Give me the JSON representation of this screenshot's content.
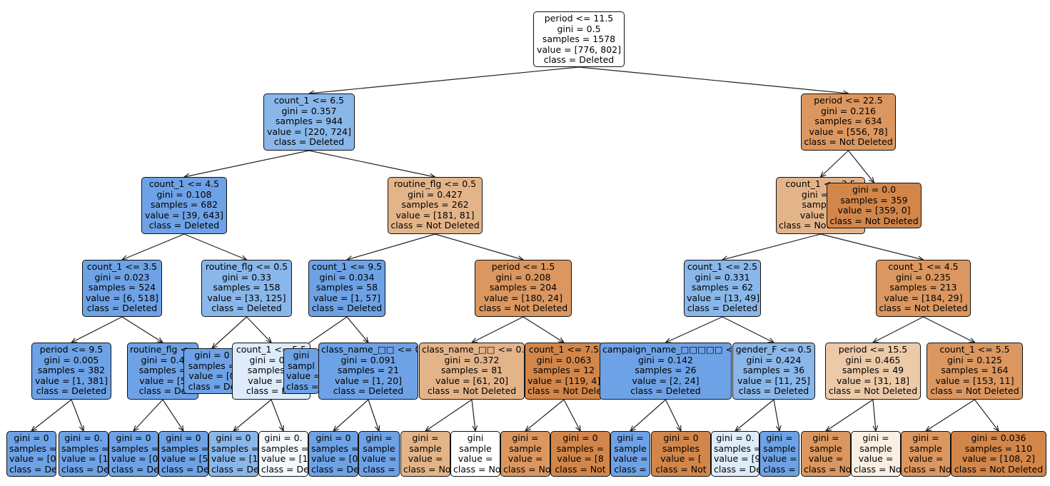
{
  "colors": {
    "deleted_strong": "#6ea2e6",
    "deleted_mid": "#8ab7ea",
    "deleted_light": "#deebfa",
    "deleted_pale": "#f4f8fd",
    "notdeleted_strong": "#d2864a",
    "notdeleted_mid": "#db975f",
    "notdeleted_light": "#e4b489",
    "notdeleted_pale": "#eccaa8",
    "notdeleted_faint": "#fbeee2",
    "white": "#ffffff",
    "edge": "#222222"
  },
  "tree": {
    "nodes": [
      {
        "id": "n0",
        "lines": [
          "period <= 11.5",
          "gini = 0.5",
          "samples = 1578",
          "value = [776, 802]",
          "class = Deleted"
        ],
        "fill": "white"
      },
      {
        "id": "n1",
        "lines": [
          "count_1 <= 6.5",
          "gini = 0.357",
          "samples = 944",
          "value = [220, 724]",
          "class = Deleted"
        ],
        "fill": "deleted_mid"
      },
      {
        "id": "n2",
        "lines": [
          "period <= 22.5",
          "gini = 0.216",
          "samples = 634",
          "value = [556, 78]",
          "class = Not Deleted"
        ],
        "fill": "notdeleted_mid"
      },
      {
        "id": "n3",
        "lines": [
          "count_1 <= 4.5",
          "gini = 0.108",
          "samples = 682",
          "value = [39, 643]",
          "class = Deleted"
        ],
        "fill": "deleted_strong"
      },
      {
        "id": "n4",
        "lines": [
          "routine_flg <= 0.5",
          "gini = 0.427",
          "samples = 262",
          "value = [181, 81]",
          "class = Not Deleted"
        ],
        "fill": "notdeleted_light"
      },
      {
        "id": "n5",
        "lines": [
          "count_1 <= 3.5",
          "gini = 0.",
          "samples",
          "value = [",
          "class = Not Deleted"
        ],
        "fill": "notdeleted_light"
      },
      {
        "id": "n6",
        "lines": [
          "gini = 0.0",
          "samples = 359",
          "value = [359, 0]",
          "class = Not Deleted"
        ],
        "fill": "notdeleted_strong"
      },
      {
        "id": "n7",
        "lines": [
          "count_1 <= 3.5",
          "gini = 0.023",
          "samples = 524",
          "value = [6, 518]",
          "class = Deleted"
        ],
        "fill": "deleted_strong"
      },
      {
        "id": "n8",
        "lines": [
          "routine_flg <= 0.5",
          "gini = 0.33",
          "samples = 158",
          "value = [33, 125]",
          "class = Deleted"
        ],
        "fill": "deleted_mid"
      },
      {
        "id": "n9",
        "lines": [
          "count_1 <= 9.5",
          "gini = 0.034",
          "samples = 58",
          "value = [1, 57]",
          "class = Deleted"
        ],
        "fill": "deleted_strong"
      },
      {
        "id": "n10",
        "lines": [
          "period <= 1.5",
          "gini = 0.208",
          "samples = 204",
          "value = [180, 24]",
          "class = Not Deleted"
        ],
        "fill": "notdeleted_mid"
      },
      {
        "id": "n11",
        "lines": [
          "count_1 <= 2.5",
          "gini = 0.331",
          "samples = 62",
          "value = [13, 49]",
          "class = Deleted"
        ],
        "fill": "deleted_mid"
      },
      {
        "id": "n12",
        "lines": [
          "count_1 <= 4.5",
          "gini = 0.235",
          "samples = 213",
          "value = [184, 29]",
          "class = Not Deleted"
        ],
        "fill": "notdeleted_mid"
      },
      {
        "id": "n13",
        "lines": [
          "period <= 9.5",
          "gini = 0.005",
          "samples = 382",
          "value = [1, 381]",
          "class = Deleted"
        ],
        "fill": "deleted_strong"
      },
      {
        "id": "n14",
        "lines": [
          "routine_flg <= 0.5",
          "gini = 0.4",
          "samples =",
          "value = [5",
          "class = De"
        ],
        "fill": "deleted_strong"
      },
      {
        "id": "n15",
        "lines": [
          "gini = 0",
          "samples =",
          "value = [0",
          "class = De"
        ],
        "fill": "deleted_strong"
      },
      {
        "id": "n16",
        "lines": [
          "count_1 <= 5.5",
          "gini = 0.4",
          "samples =",
          "value = [3",
          "class = Del"
        ],
        "fill": "deleted_light"
      },
      {
        "id": "n17",
        "lines": [
          "gini",
          "sampl",
          "value =",
          "class ="
        ],
        "fill": "deleted_strong"
      },
      {
        "id": "n18",
        "lines": [
          "class_name_□□ <= 0.5",
          "gini = 0.091",
          "samples = 21",
          "value = [1, 20]",
          "class = Deleted"
        ],
        "fill": "deleted_strong"
      },
      {
        "id": "n19",
        "lines": [
          "class_name_□□ <= 0.5",
          "gini = 0.372",
          "samples = 81",
          "value = [61, 20]",
          "class = Not Deleted"
        ],
        "fill": "notdeleted_light"
      },
      {
        "id": "n20",
        "lines": [
          "count_1 <= 7.5",
          "gini = 0.063",
          "samples = 12",
          "value = [119, 4]",
          "class = Not Deleted"
        ],
        "fill": "notdeleted_strong"
      },
      {
        "id": "n21",
        "lines": [
          "campaign_name_□□□□□ <= 0.5",
          "gini = 0.142",
          "samples = 26",
          "value = [2, 24]",
          "class = Deleted"
        ],
        "fill": "deleted_strong"
      },
      {
        "id": "n22",
        "lines": [
          "gender_F <= 0.5",
          "gini = 0.424",
          "samples = 36",
          "value = [11, 25]",
          "class = Deleted"
        ],
        "fill": "deleted_mid"
      },
      {
        "id": "n23",
        "lines": [
          "period <= 15.5",
          "gini = 0.465",
          "samples = 49",
          "value = [31, 18]",
          "class = Not Deleted"
        ],
        "fill": "notdeleted_pale"
      },
      {
        "id": "n24",
        "lines": [
          "count_1 <= 5.5",
          "gini = 0.125",
          "samples = 164",
          "value = [153, 11]",
          "class = Not Deleted"
        ],
        "fill": "notdeleted_mid"
      },
      {
        "id": "l1",
        "lines": [
          "gini = 0",
          "samples = [0",
          "value = [0",
          "class = De"
        ],
        "fill": "deleted_strong"
      },
      {
        "id": "l2",
        "lines": [
          "gini = 0.",
          "samples = [1",
          "value = [1",
          "class = Del"
        ],
        "fill": "deleted_strong"
      },
      {
        "id": "l3",
        "lines": [
          "gini = 0",
          "samples =",
          "value = [0",
          "class = De"
        ],
        "fill": "deleted_strong"
      },
      {
        "id": "l4",
        "lines": [
          "gini = 0",
          "samples =",
          "value = [5",
          "class = De"
        ],
        "fill": "deleted_strong"
      },
      {
        "id": "l5",
        "lines": [
          "gini = 0",
          "samples =",
          "value = [1",
          "class = De"
        ],
        "fill": "deleted_mid"
      },
      {
        "id": "l6",
        "lines": [
          "gini = 0.",
          "samples =",
          "value = [1",
          "class = De"
        ],
        "fill": "deleted_pale"
      },
      {
        "id": "l7",
        "lines": [
          "gini = 0",
          "samples =",
          "value = [0",
          "class = De"
        ],
        "fill": "deleted_strong"
      },
      {
        "id": "l8",
        "lines": [
          "gini =",
          "sample",
          "value =",
          "class ="
        ],
        "fill": "deleted_strong"
      },
      {
        "id": "l9",
        "lines": [
          "gini =",
          "sample",
          "value =",
          "class = No"
        ],
        "fill": "notdeleted_light"
      },
      {
        "id": "l10",
        "lines": [
          "gini",
          "sample",
          "value =",
          "class = No"
        ],
        "fill": "white"
      },
      {
        "id": "l11",
        "lines": [
          "gini =",
          "sample",
          "value =",
          "class = No"
        ],
        "fill": "notdeleted_mid"
      },
      {
        "id": "l12",
        "lines": [
          "gini = 0",
          "samples =",
          "value = [8",
          "class = Not"
        ],
        "fill": "notdeleted_strong"
      },
      {
        "id": "l13",
        "lines": [
          "gini =",
          "sample",
          "value =",
          "class ="
        ],
        "fill": "deleted_strong"
      },
      {
        "id": "l14",
        "lines": [
          "gini = 0",
          "samples",
          "value = [",
          "class = Not"
        ],
        "fill": "notdeleted_strong"
      },
      {
        "id": "l15",
        "lines": [
          "gini = 0.",
          "samples =",
          "value = [9",
          "class = De"
        ],
        "fill": "deleted_light"
      },
      {
        "id": "l16",
        "lines": [
          "gini =",
          "sample",
          "value =",
          "class ="
        ],
        "fill": "deleted_strong"
      },
      {
        "id": "l17",
        "lines": [
          "gini =",
          "sample",
          "value =",
          "class = No"
        ],
        "fill": "notdeleted_mid"
      },
      {
        "id": "l18",
        "lines": [
          "gini =",
          "sample",
          "value =",
          "class = No"
        ],
        "fill": "notdeleted_faint"
      },
      {
        "id": "l19",
        "lines": [
          "gini =",
          "sample",
          "value =",
          "class = No"
        ],
        "fill": "notdeleted_mid"
      },
      {
        "id": "l20",
        "lines": [
          "gini = 0.036",
          "samples = 110",
          "value = [108, 2]",
          "class = Not Deleted"
        ],
        "fill": "notdeleted_strong"
      }
    ],
    "edges": [
      [
        "n0",
        "n1"
      ],
      [
        "n0",
        "n2"
      ],
      [
        "n1",
        "n3"
      ],
      [
        "n1",
        "n4"
      ],
      [
        "n2",
        "n5"
      ],
      [
        "n2",
        "n6"
      ],
      [
        "n3",
        "n7"
      ],
      [
        "n3",
        "n8"
      ],
      [
        "n4",
        "n9"
      ],
      [
        "n4",
        "n10"
      ],
      [
        "n5",
        "n11"
      ],
      [
        "n5",
        "n12"
      ],
      [
        "n7",
        "n13"
      ],
      [
        "n7",
        "n14"
      ],
      [
        "n8",
        "n15"
      ],
      [
        "n8",
        "n16"
      ],
      [
        "n9",
        "n17"
      ],
      [
        "n9",
        "n18"
      ],
      [
        "n10",
        "n19"
      ],
      [
        "n10",
        "n20"
      ],
      [
        "n11",
        "n21"
      ],
      [
        "n11",
        "n22"
      ],
      [
        "n12",
        "n23"
      ],
      [
        "n12",
        "n24"
      ],
      [
        "n13",
        "l1"
      ],
      [
        "n13",
        "l2"
      ],
      [
        "n14",
        "l3"
      ],
      [
        "n14",
        "l4"
      ],
      [
        "n16",
        "l5"
      ],
      [
        "n16",
        "l6"
      ],
      [
        "n18",
        "l7"
      ],
      [
        "n18",
        "l8"
      ],
      [
        "n19",
        "l9"
      ],
      [
        "n19",
        "l10"
      ],
      [
        "n20",
        "l11"
      ],
      [
        "n20",
        "l12"
      ],
      [
        "n21",
        "l13"
      ],
      [
        "n21",
        "l14"
      ],
      [
        "n22",
        "l15"
      ],
      [
        "n22",
        "l16"
      ],
      [
        "n23",
        "l17"
      ],
      [
        "n23",
        "l18"
      ],
      [
        "n24",
        "l19"
      ],
      [
        "n24",
        "l20"
      ]
    ]
  }
}
